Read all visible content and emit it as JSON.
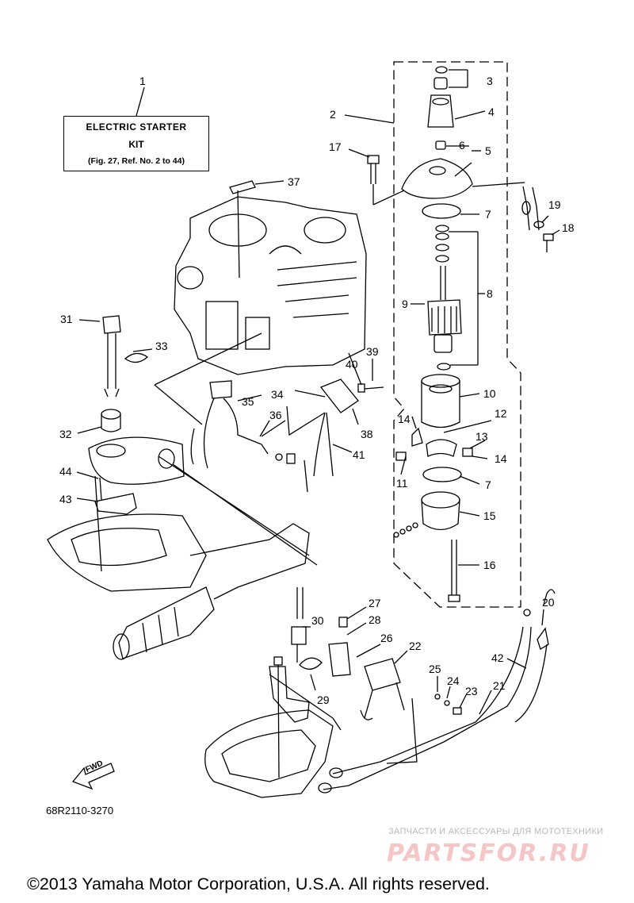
{
  "kit_box": {
    "ref": "1",
    "line1": "ELECTRIC STARTER",
    "line2": "KIT",
    "line3": "(Fig. 27, Ref. No. 2 to 44)"
  },
  "part_numbers": [
    "2",
    "3",
    "4",
    "5",
    "6",
    "7",
    "7",
    "8",
    "9",
    "10",
    "11",
    "12",
    "13",
    "14",
    "14",
    "15",
    "16",
    "17",
    "18",
    "19",
    "20",
    "21",
    "22",
    "23",
    "24",
    "25",
    "26",
    "27",
    "28",
    "29",
    "30",
    "31",
    "32",
    "33",
    "34",
    "35",
    "36",
    "37",
    "38",
    "39",
    "40",
    "41",
    "42",
    "43",
    "44"
  ],
  "fwd_label": "FWD",
  "drawing_code": "68R2110-3270",
  "watermark": {
    "tagline": "ЗАПЧАСТИ И АКСЕССУАРЫ ДЛЯ МОТОТЕХНИКИ",
    "logo": "PARTSFOR.RU"
  },
  "copyright": "©2013 Yamaha Motor Corporation, U.S.A. All rights reserved.",
  "colors": {
    "line": "#000000",
    "watermark_red": "#f5c6c6",
    "watermark_gray": "#b9b9b9"
  }
}
